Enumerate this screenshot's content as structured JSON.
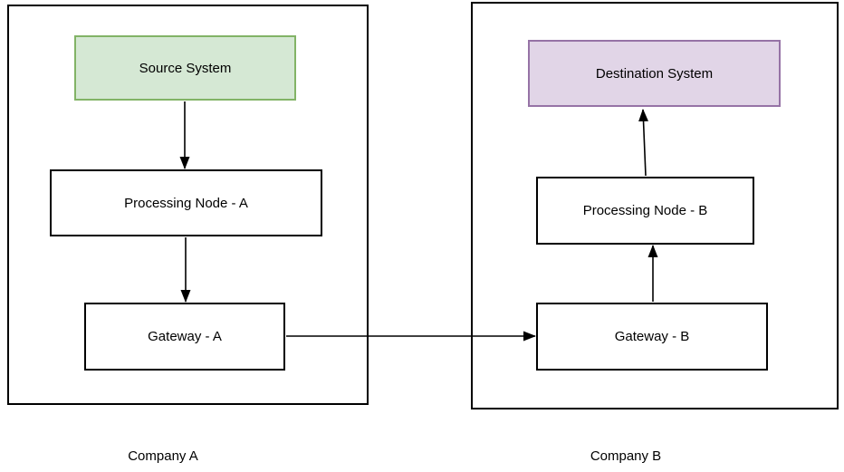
{
  "companies": {
    "a": {
      "label": "Company A",
      "nodes": [
        {
          "id": "source-system",
          "label": "Source System"
        },
        {
          "id": "processing-node-a",
          "label": "Processing Node - A"
        },
        {
          "id": "gateway-a",
          "label": "Gateway - A"
        }
      ]
    },
    "b": {
      "label": "Company B",
      "nodes": [
        {
          "id": "destination-system",
          "label": "Destination System"
        },
        {
          "id": "processing-node-b",
          "label": "Processing Node - B"
        },
        {
          "id": "gateway-b",
          "label": "Gateway - B"
        }
      ]
    }
  },
  "edges": [
    {
      "from": "Source System",
      "to": "Processing Node - A"
    },
    {
      "from": "Processing Node - A",
      "to": "Gateway - A"
    },
    {
      "from": "Gateway - A",
      "to": "Gateway - B"
    },
    {
      "from": "Gateway - B",
      "to": "Processing Node - B"
    },
    {
      "from": "Processing Node - B",
      "to": "Destination System"
    }
  ],
  "colors": {
    "background": "#ffffff",
    "source_fill": "#d5e8d4",
    "source_border": "#82b366",
    "destination_fill": "#e1d5e7",
    "destination_border": "#9673a6",
    "box_border": "#000000",
    "arrow": "#000000",
    "text": "#000000"
  }
}
